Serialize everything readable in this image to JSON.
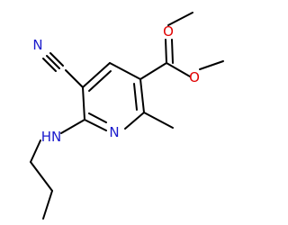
{
  "structure": {
    "atoms": {
      "nitrile_n": "N",
      "ring_n": "N",
      "amine_nh": "HN",
      "ester_o_carbonyl": "O",
      "ester_o_methoxy": "O"
    },
    "colors": {
      "bond": "#000000",
      "nitrogen": "#1a1acc",
      "oxygen": "#e00000"
    }
  }
}
